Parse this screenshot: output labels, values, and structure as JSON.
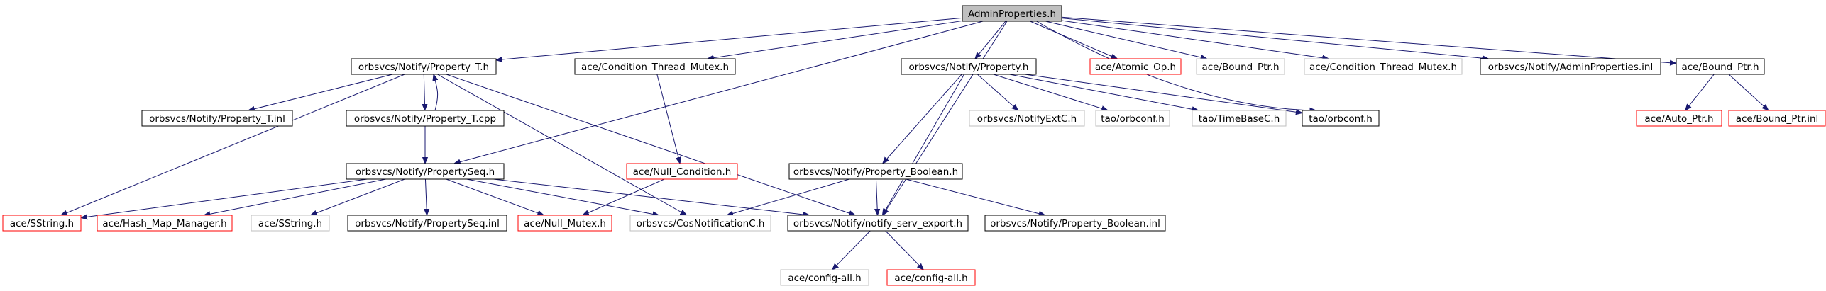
{
  "colors": {
    "background": "#ffffff",
    "edge": "#191970",
    "root_fill": "#bfbfbf",
    "border_normal": "#000000",
    "border_missing": "#ff0000",
    "border_external": "#bfbfbf",
    "text": "#000000"
  },
  "nodes": [
    {
      "id": "n0",
      "label": "AdminProperties.h",
      "status": "root"
    },
    {
      "id": "n1",
      "label": "orbsvcs/Notify/Property_T.h",
      "status": "normal"
    },
    {
      "id": "n2",
      "label": "ace/Condition_Thread_Mutex.h",
      "status": "normal"
    },
    {
      "id": "n3",
      "label": "orbsvcs/Notify/Property.h",
      "status": "normal"
    },
    {
      "id": "n4",
      "label": "ace/Atomic_Op.h",
      "status": "missing"
    },
    {
      "id": "n5",
      "label": "ace/Bound_Ptr.h",
      "status": "external"
    },
    {
      "id": "n6",
      "label": "ace/Condition_Thread_Mutex.h",
      "status": "external"
    },
    {
      "id": "n7",
      "label": "orbsvcs/Notify/AdminProperties.inl",
      "status": "normal"
    },
    {
      "id": "n8",
      "label": "ace/Bound_Ptr.h",
      "status": "normal"
    },
    {
      "id": "n9",
      "label": "orbsvcs/Notify/Property_T.inl",
      "status": "normal"
    },
    {
      "id": "n10",
      "label": "orbsvcs/Notify/Property_T.cpp",
      "status": "normal"
    },
    {
      "id": "n11",
      "label": "orbsvcs/NotifyExtC.h",
      "status": "external"
    },
    {
      "id": "n12",
      "label": "tao/orbconf.h",
      "status": "external"
    },
    {
      "id": "n13",
      "label": "tao/TimeBaseC.h",
      "status": "external"
    },
    {
      "id": "n14",
      "label": "tao/orbconf.h",
      "status": "normal"
    },
    {
      "id": "n15",
      "label": "ace/Auto_Ptr.h",
      "status": "missing"
    },
    {
      "id": "n16",
      "label": "ace/Bound_Ptr.inl",
      "status": "missing"
    },
    {
      "id": "n17",
      "label": "orbsvcs/Notify/PropertySeq.h",
      "status": "normal"
    },
    {
      "id": "n18",
      "label": "ace/Null_Condition.h",
      "status": "missing"
    },
    {
      "id": "n19",
      "label": "orbsvcs/Notify/Property_Boolean.h",
      "status": "normal"
    },
    {
      "id": "n20",
      "label": "ace/SString.h",
      "status": "missing"
    },
    {
      "id": "n21",
      "label": "ace/Hash_Map_Manager.h",
      "status": "missing"
    },
    {
      "id": "n22",
      "label": "ace/SString.h",
      "status": "external"
    },
    {
      "id": "n23",
      "label": "orbsvcs/Notify/PropertySeq.inl",
      "status": "normal"
    },
    {
      "id": "n24",
      "label": "ace/Null_Mutex.h",
      "status": "missing"
    },
    {
      "id": "n25",
      "label": "orbsvcs/CosNotificationC.h",
      "status": "external"
    },
    {
      "id": "n26",
      "label": "orbsvcs/Notify/notify_serv_export.h",
      "status": "normal"
    },
    {
      "id": "n27",
      "label": "orbsvcs/Notify/Property_Boolean.inl",
      "status": "normal"
    },
    {
      "id": "n28",
      "label": "ace/config-all.h",
      "status": "external"
    },
    {
      "id": "n29",
      "label": "ace/config-all.h",
      "status": "missing"
    }
  ],
  "edges": [
    [
      "n0",
      "n1"
    ],
    [
      "n0",
      "n2"
    ],
    [
      "n0",
      "n3"
    ],
    [
      "n0",
      "n4"
    ],
    [
      "n0",
      "n5"
    ],
    [
      "n0",
      "n6"
    ],
    [
      "n0",
      "n7"
    ],
    [
      "n0",
      "n8"
    ],
    [
      "n0",
      "n17"
    ],
    [
      "n0",
      "n26"
    ],
    [
      "n0",
      "n14"
    ],
    [
      "n1",
      "n9"
    ],
    [
      "n1",
      "n10"
    ],
    [
      "n1",
      "n20"
    ],
    [
      "n1",
      "n25"
    ],
    [
      "n1",
      "n26"
    ],
    [
      "n10",
      "n1"
    ],
    [
      "n10",
      "n17"
    ],
    [
      "n2",
      "n18"
    ],
    [
      "n18",
      "n24"
    ],
    [
      "n3",
      "n11"
    ],
    [
      "n3",
      "n12"
    ],
    [
      "n3",
      "n13"
    ],
    [
      "n3",
      "n14"
    ],
    [
      "n3",
      "n19"
    ],
    [
      "n3",
      "n26"
    ],
    [
      "n8",
      "n15"
    ],
    [
      "n8",
      "n16"
    ],
    [
      "n17",
      "n20"
    ],
    [
      "n17",
      "n21"
    ],
    [
      "n17",
      "n22"
    ],
    [
      "n17",
      "n23"
    ],
    [
      "n17",
      "n24"
    ],
    [
      "n17",
      "n25"
    ],
    [
      "n17",
      "n26"
    ],
    [
      "n19",
      "n25"
    ],
    [
      "n19",
      "n26"
    ],
    [
      "n19",
      "n27"
    ],
    [
      "n26",
      "n28"
    ],
    [
      "n26",
      "n29"
    ]
  ]
}
